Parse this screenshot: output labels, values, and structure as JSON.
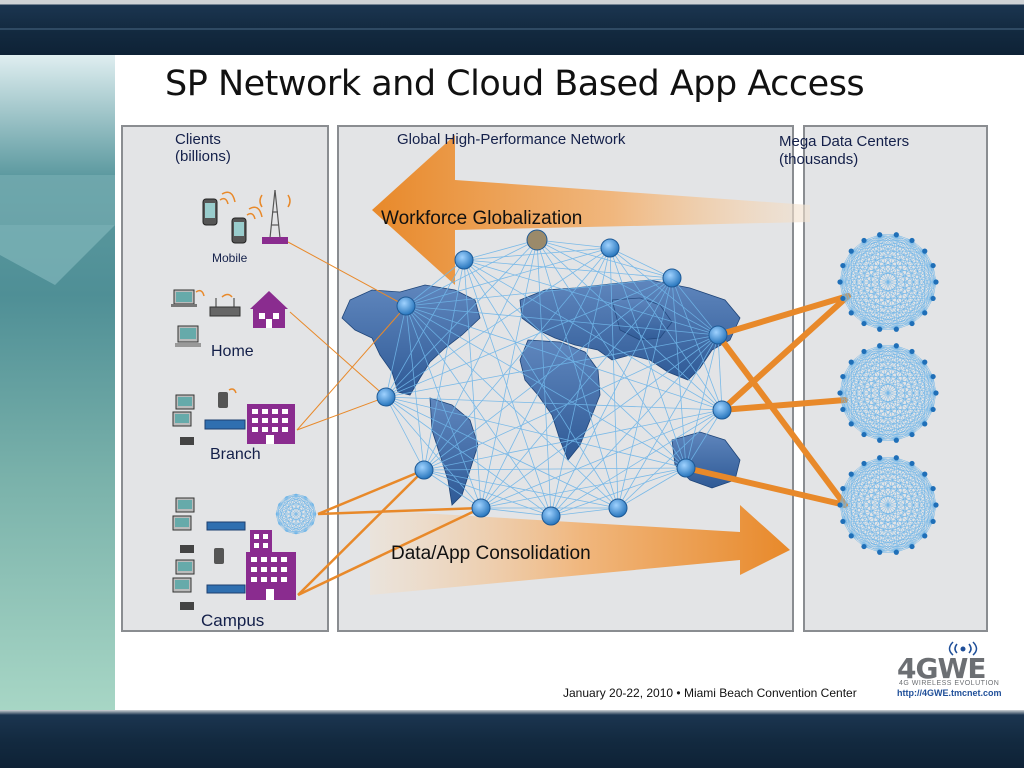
{
  "slide": {
    "title": "SP Network and Cloud Based App Access"
  },
  "clients_panel": {
    "heading_line1": "Clients",
    "heading_line2": "(billions)",
    "groups": [
      "Mobile",
      "Home",
      "Branch",
      "Campus"
    ]
  },
  "network_panel": {
    "heading": "Global High-Performance Network",
    "arrow_top_label": "Workforce Globalization",
    "arrow_bottom_label": "Data/App Consolidation"
  },
  "datacenter_panel": {
    "heading_line1": "Mega Data Centers",
    "heading_line2": "(thousands)"
  },
  "footer": {
    "event_text": "January 20-22, 2010  •  Miami Beach Convention Center"
  },
  "logo": {
    "wordmark": "4GWE",
    "tagline": "4G WIRELESS EVOLUTION",
    "url": "http://4GWE.tmcnet.com"
  },
  "colors": {
    "accent_orange": "#e8892a",
    "network_blue": "#3f8fd6",
    "building_purple": "#8a2c8f",
    "text_navy": "#14204a",
    "panel_gray": "#e3e4e6"
  }
}
